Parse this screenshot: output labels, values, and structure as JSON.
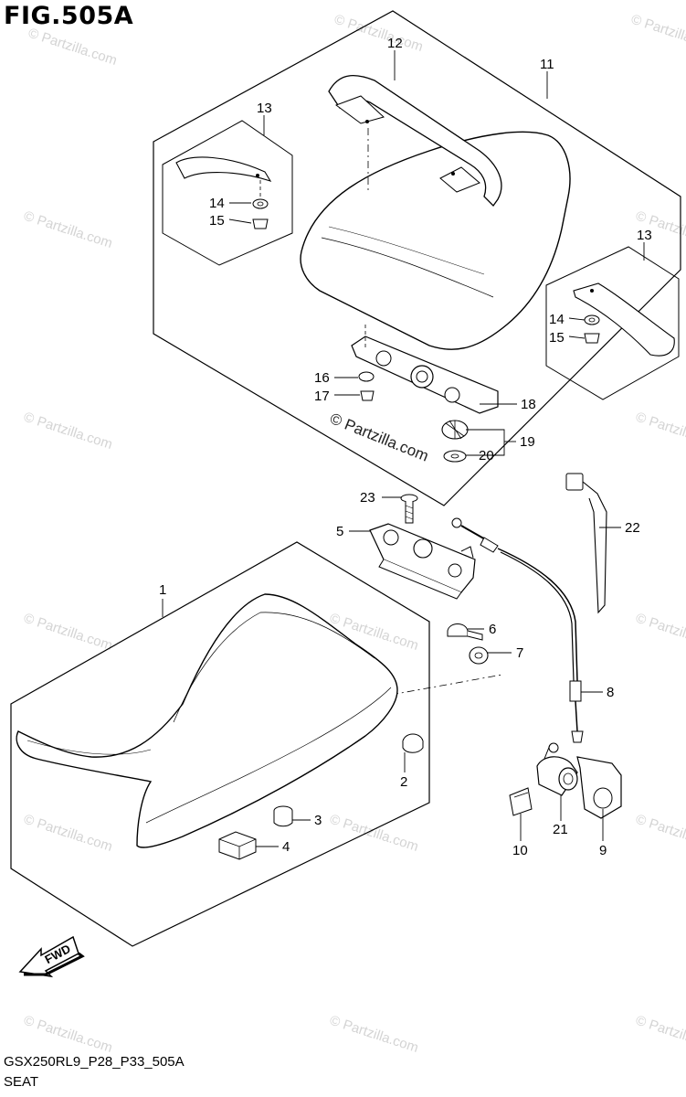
{
  "figure_title": "FIG.505A",
  "footer": {
    "code": "GSX250RL9_P28_P33_505A",
    "name": "SEAT"
  },
  "watermark_text": "© Partzilla.com",
  "fwd_label": "FWD",
  "callouts": {
    "c1": "1",
    "c2": "2",
    "c3": "3",
    "c4": "4",
    "c5": "5",
    "c6": "6",
    "c7": "7",
    "c8": "8",
    "c9": "9",
    "c10": "10",
    "c11": "11",
    "c12": "12",
    "c13a": "13",
    "c13b": "13",
    "c14a": "14",
    "c14b": "14",
    "c15a": "15",
    "c15b": "15",
    "c16": "16",
    "c17": "17",
    "c18": "18",
    "c19": "19",
    "c20": "20",
    "c21": "21",
    "c22": "22",
    "c23": "23"
  }
}
